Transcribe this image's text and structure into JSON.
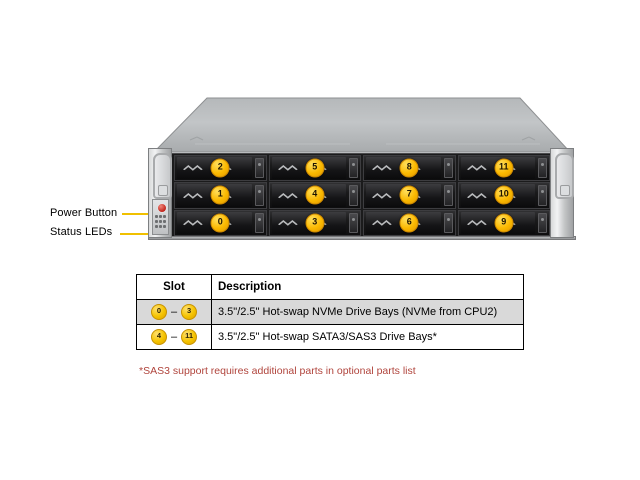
{
  "callouts": [
    {
      "label": "Power Button",
      "target": "power-button"
    },
    {
      "label": "Status LEDs",
      "target": "status-leds"
    }
  ],
  "chassis": {
    "name": "2U rackmount server front view",
    "drive_bay_count": 12,
    "columns": 4,
    "rows": 3,
    "bay_slot_numbers": [
      [
        2,
        1,
        0
      ],
      [
        5,
        4,
        3
      ],
      [
        8,
        7,
        6
      ],
      [
        11,
        10,
        9
      ]
    ]
  },
  "table": {
    "headers": [
      "Slot",
      "Description"
    ],
    "rows": [
      {
        "slot_from": "0",
        "slot_sep": "–",
        "slot_to": "3",
        "description": "3.5\"/2.5\" Hot-swap  NVMe Drive Bays (NVMe from  CPU2)",
        "shaded": true
      },
      {
        "slot_from": "4",
        "slot_sep": "–",
        "slot_to": "11",
        "description": "3.5\"/2.5\" Hot-swap  SATA3/SAS3 Drive Bays*",
        "shaded": false
      }
    ]
  },
  "footnote": "*SAS3 support requires additional parts in optional parts list",
  "colors": {
    "badge_fill": "#fbb900",
    "badge_border": "#c98600",
    "leader_line": "#f0c000",
    "footnote_text": "#b0443c",
    "row_shade": "#d9d9d9",
    "chassis_lid": "#b9bcbe",
    "chassis_face": "#1b1b1c"
  }
}
